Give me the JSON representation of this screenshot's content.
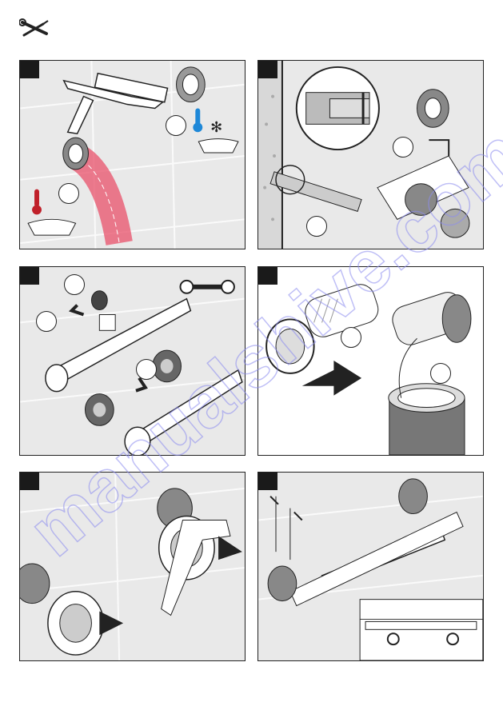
{
  "page": {
    "icons": {
      "header": "tools-icon"
    },
    "panels": [
      {
        "name": "panel-sealing",
        "callouts": 2
      },
      {
        "name": "panel-cutting",
        "callouts": 2
      },
      {
        "name": "panel-disassembly",
        "callouts": 2
      },
      {
        "name": "panel-threading",
        "callouts": 2
      },
      {
        "name": "panel-tightening",
        "callouts": 0
      },
      {
        "name": "panel-alignment",
        "callouts": 0
      }
    ],
    "watermark": {
      "text": "manualshive.com",
      "color": "#8c8cf0"
    }
  }
}
